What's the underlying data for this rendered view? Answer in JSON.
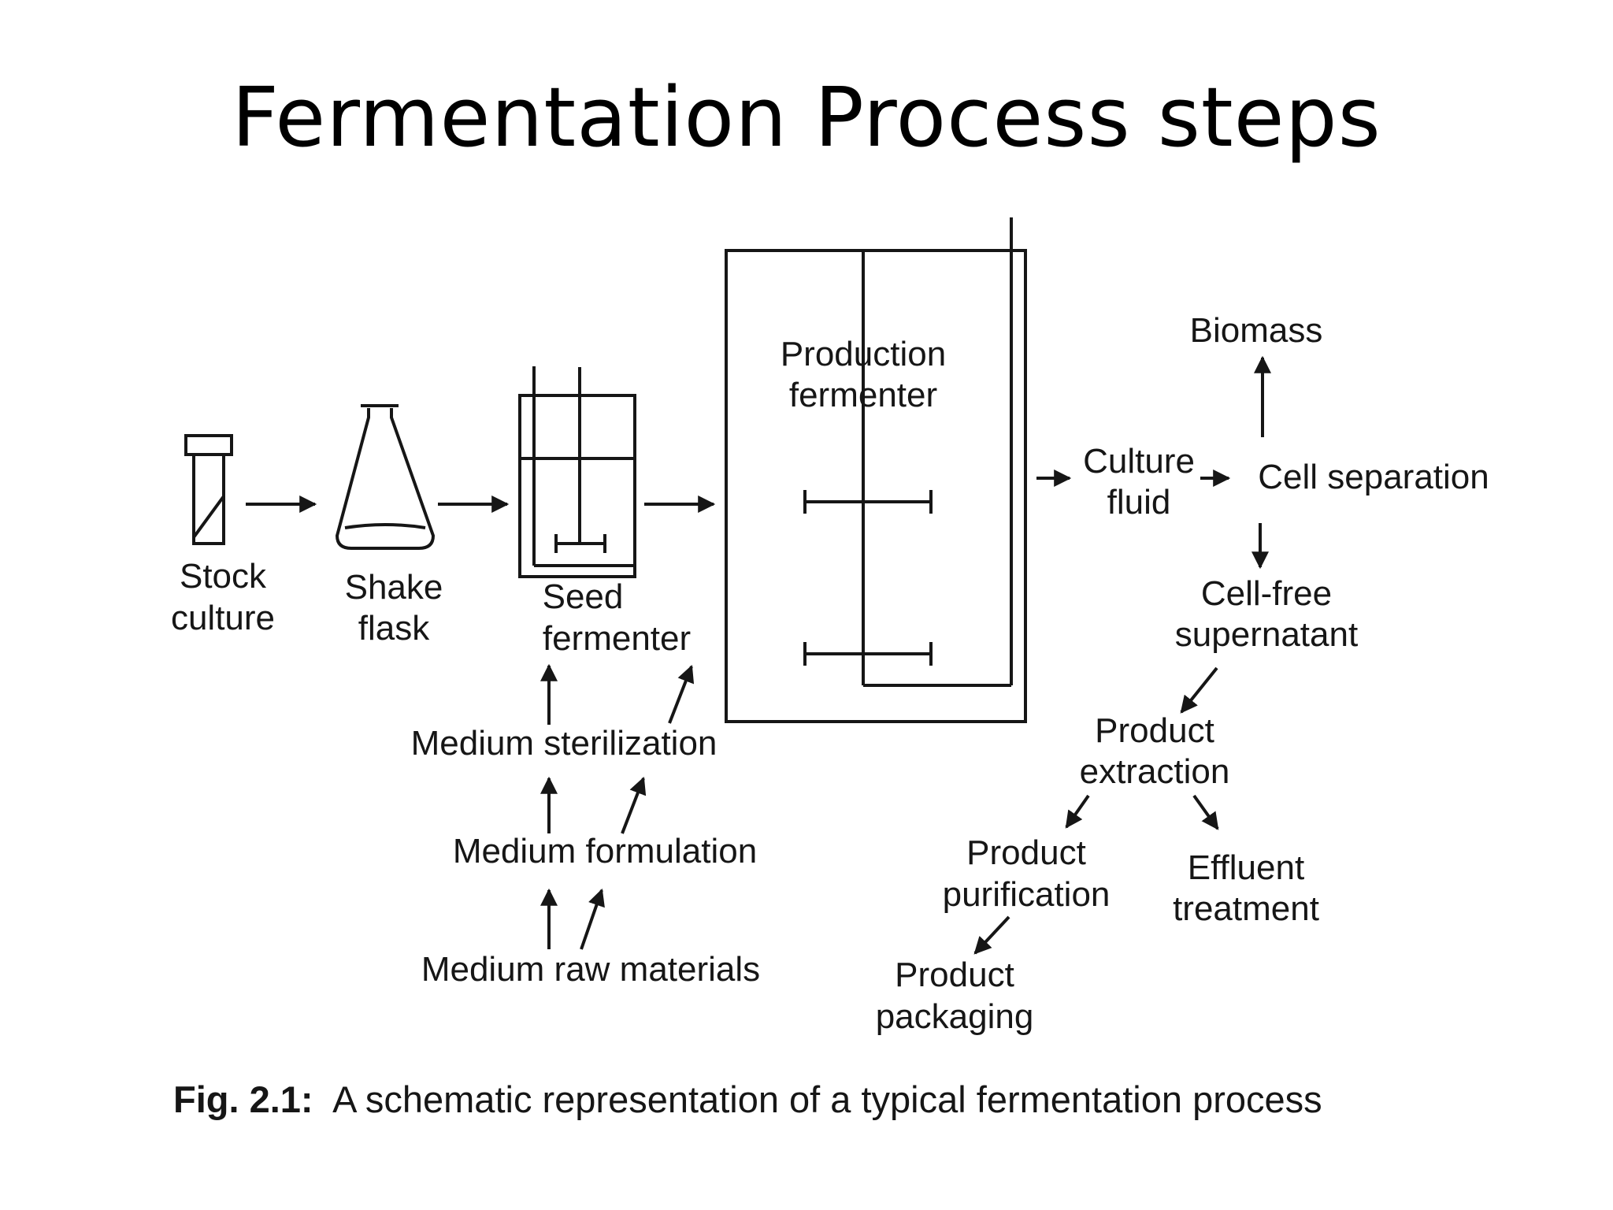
{
  "slide": {
    "title": "Fermentation Process steps"
  },
  "diagram": {
    "nodes": {
      "stock_culture": [
        "Stock",
        "culture"
      ],
      "shake_flask": [
        "Shake",
        "flask"
      ],
      "seed_fermenter": [
        "Seed",
        "fermenter"
      ],
      "production_fermenter": [
        "Production",
        "fermenter"
      ],
      "culture_fluid": [
        "Culture",
        "fluid"
      ],
      "cell_separation": "Cell separation",
      "biomass": "Biomass",
      "cell_free_supernatant": [
        "Cell-free",
        "supernatant"
      ],
      "product_extraction": [
        "Product",
        "extraction"
      ],
      "product_purification": [
        "Product",
        "purification"
      ],
      "effluent_treatment": [
        "Effluent",
        "treatment"
      ],
      "product_packaging": [
        "Product",
        "packaging"
      ],
      "medium_sterilization": "Medium sterilization",
      "medium_formulation": "Medium formulation",
      "medium_raw_materials": "Medium raw materials"
    },
    "edges": [
      {
        "from": "stock_culture",
        "to": "shake_flask"
      },
      {
        "from": "shake_flask",
        "to": "seed_fermenter"
      },
      {
        "from": "seed_fermenter",
        "to": "production_fermenter"
      },
      {
        "from": "production_fermenter",
        "to": "culture_fluid"
      },
      {
        "from": "culture_fluid",
        "to": "cell_separation"
      },
      {
        "from": "cell_separation",
        "to": "biomass"
      },
      {
        "from": "cell_separation",
        "to": "cell_free_supernatant"
      },
      {
        "from": "cell_free_supernatant",
        "to": "product_extraction"
      },
      {
        "from": "product_extraction",
        "to": "product_purification"
      },
      {
        "from": "product_extraction",
        "to": "effluent_treatment"
      },
      {
        "from": "product_purification",
        "to": "product_packaging"
      },
      {
        "from": "medium_raw_materials",
        "to": "medium_formulation"
      },
      {
        "from": "medium_formulation",
        "to": "medium_sterilization"
      },
      {
        "from": "medium_sterilization",
        "to": "seed_fermenter"
      }
    ],
    "caption": {
      "label": "Fig. 2.1:",
      "text": "A schematic representation of a typical fermentation process"
    }
  }
}
